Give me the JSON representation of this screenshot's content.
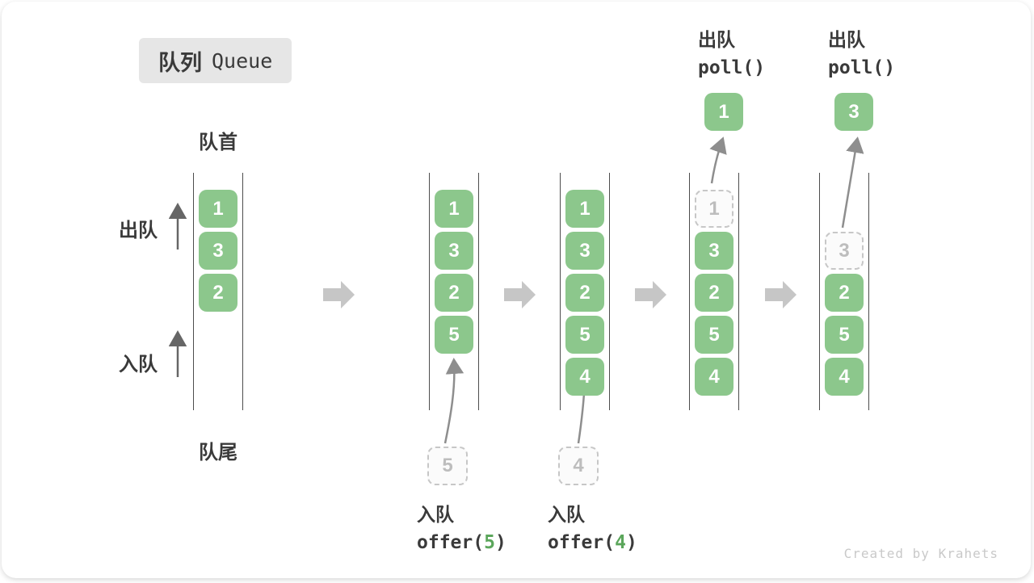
{
  "title": {
    "badge_zh": "队列",
    "badge_en": "Queue"
  },
  "side_labels": {
    "head": "队首",
    "tail": "队尾",
    "dequeue": "出队",
    "enqueue": "入队"
  },
  "watermark": "Created by Krahets",
  "colors": {
    "box_green": "#8CC78C",
    "accent_green": "#5BA65B",
    "block_arrow_gray": "#C6C6C6",
    "queue_line": "#4D4D4D",
    "text_dark": "#3A3A3A",
    "dashed_gray": "#C7C7C7"
  },
  "queues": [
    {
      "name": "state-initial",
      "slots": [
        {
          "value": "1",
          "style": "solid"
        },
        {
          "value": "3",
          "style": "solid"
        },
        {
          "value": "2",
          "style": "solid"
        }
      ]
    },
    {
      "name": "state-after-offer-5",
      "slots": [
        {
          "value": "1",
          "style": "solid"
        },
        {
          "value": "3",
          "style": "solid"
        },
        {
          "value": "2",
          "style": "solid"
        },
        {
          "value": "5",
          "style": "solid"
        }
      ],
      "enqueue": {
        "value": "5",
        "label": "入队",
        "code_before": "offer(",
        "arg": "5",
        "code_after": ")"
      }
    },
    {
      "name": "state-after-offer-4",
      "slots": [
        {
          "value": "1",
          "style": "solid"
        },
        {
          "value": "3",
          "style": "solid"
        },
        {
          "value": "2",
          "style": "solid"
        },
        {
          "value": "5",
          "style": "solid"
        },
        {
          "value": "4",
          "style": "solid"
        }
      ],
      "enqueue": {
        "value": "4",
        "label": "入队",
        "code_before": "offer(",
        "arg": "4",
        "code_after": ")"
      }
    },
    {
      "name": "state-after-poll-1",
      "slots": [
        {
          "value": "1",
          "style": "dashed"
        },
        {
          "value": "3",
          "style": "solid"
        },
        {
          "value": "2",
          "style": "solid"
        },
        {
          "value": "5",
          "style": "solid"
        },
        {
          "value": "4",
          "style": "solid"
        }
      ],
      "dequeue": {
        "value": "1",
        "label": "出队",
        "code": "poll()"
      }
    },
    {
      "name": "state-after-poll-3",
      "slots": [
        {
          "style": "empty"
        },
        {
          "value": "3",
          "style": "dashed"
        },
        {
          "value": "2",
          "style": "solid"
        },
        {
          "value": "5",
          "style": "solid"
        },
        {
          "value": "4",
          "style": "solid"
        }
      ],
      "dequeue": {
        "value": "3",
        "label": "出队",
        "code": "poll()"
      }
    }
  ]
}
